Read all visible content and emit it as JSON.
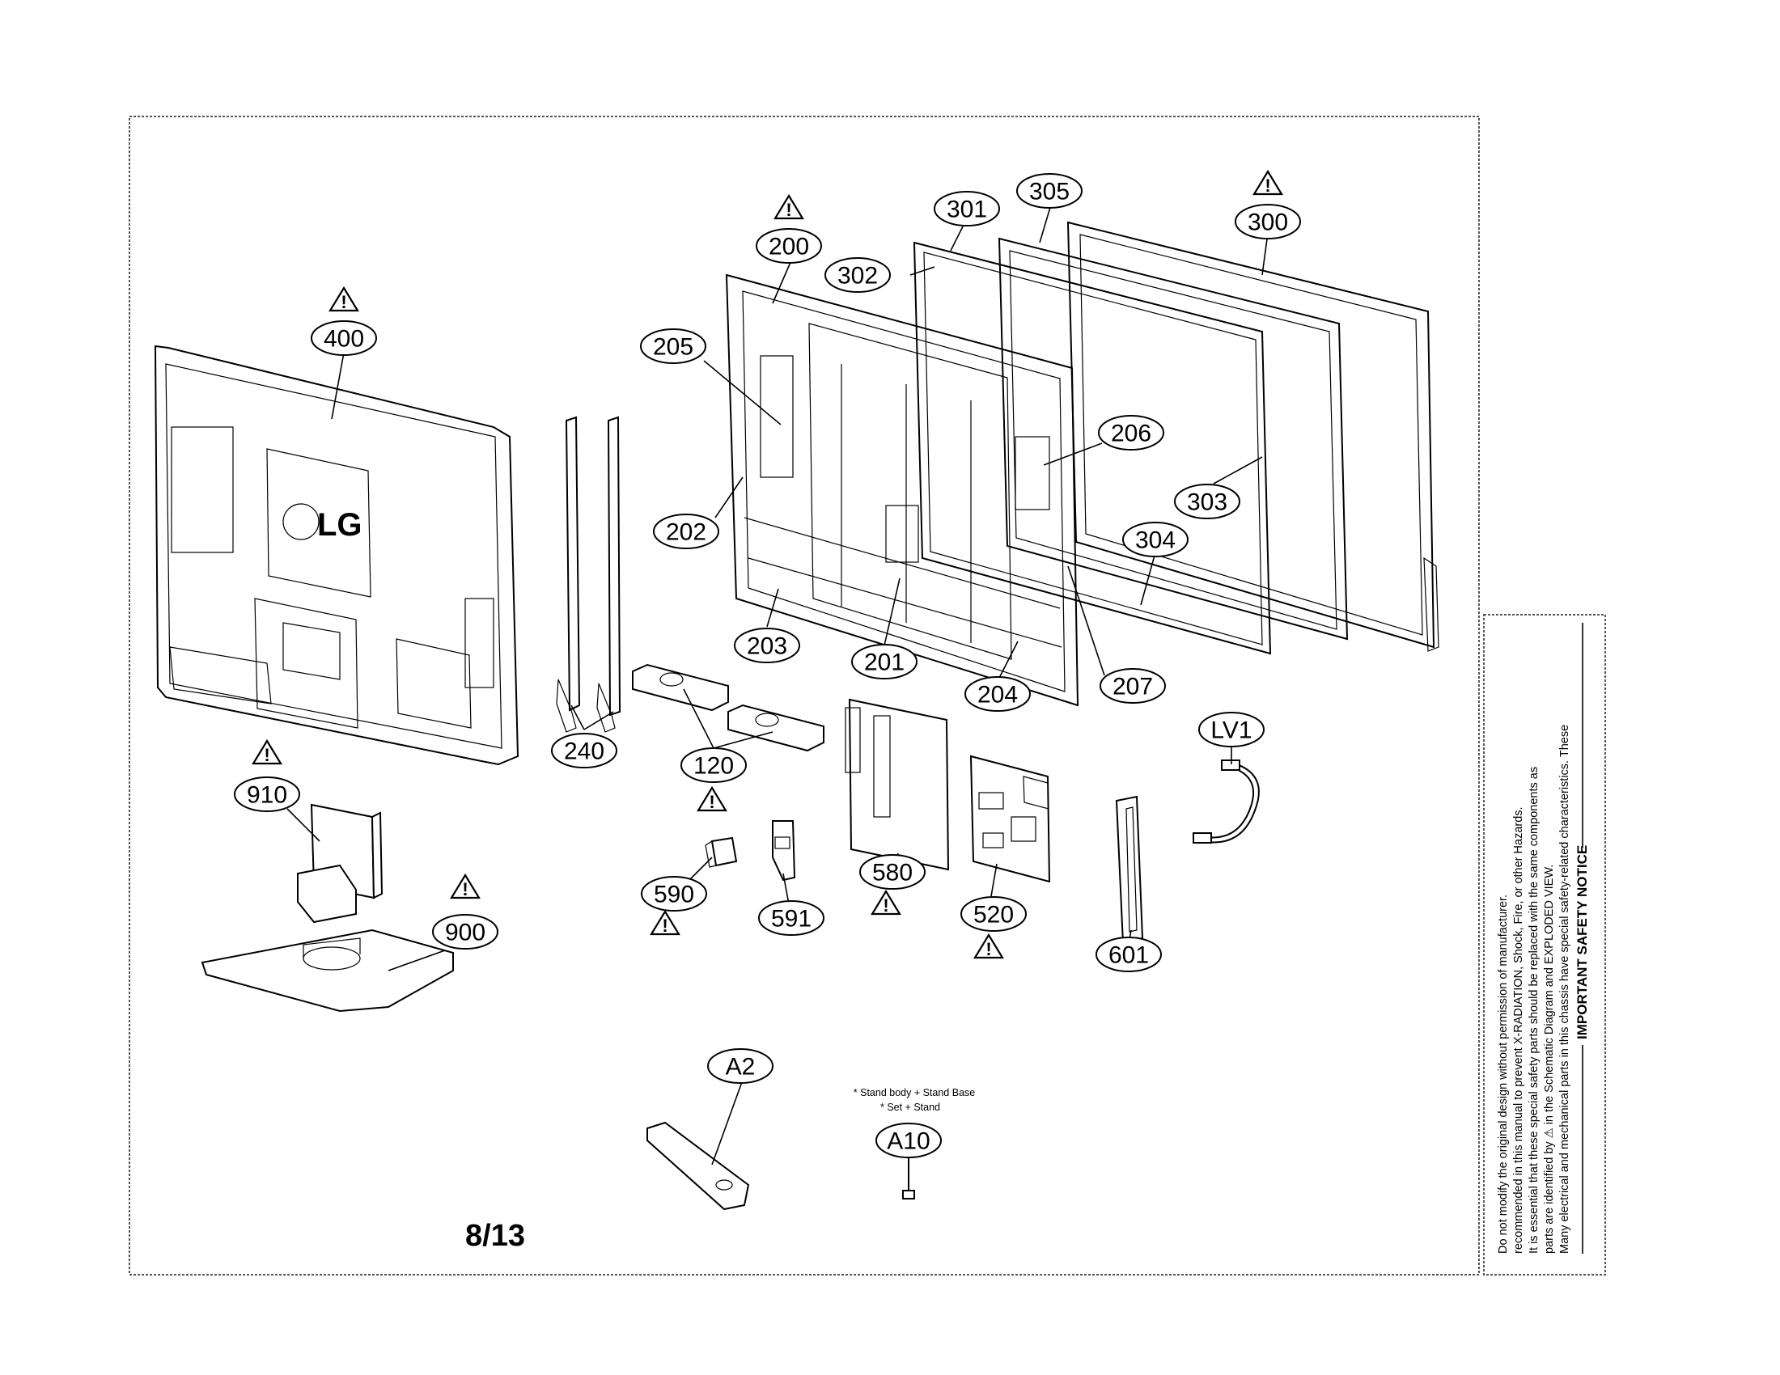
{
  "page": {
    "page_number": "8/13",
    "logo_text": "LG"
  },
  "callouts": [
    {
      "id": "400",
      "label": "400"
    },
    {
      "id": "240",
      "label": "240"
    },
    {
      "id": "205",
      "label": "205"
    },
    {
      "id": "202",
      "label": "202"
    },
    {
      "id": "200",
      "label": "200"
    },
    {
      "id": "203",
      "label": "203"
    },
    {
      "id": "201",
      "label": "201"
    },
    {
      "id": "204",
      "label": "204"
    },
    {
      "id": "206",
      "label": "206"
    },
    {
      "id": "207",
      "label": "207"
    },
    {
      "id": "302",
      "label": "302"
    },
    {
      "id": "301",
      "label": "301"
    },
    {
      "id": "305",
      "label": "305"
    },
    {
      "id": "300",
      "label": "300"
    },
    {
      "id": "303",
      "label": "303"
    },
    {
      "id": "304",
      "label": "304"
    },
    {
      "id": "120",
      "label": "120"
    },
    {
      "id": "910",
      "label": "910"
    },
    {
      "id": "900",
      "label": "900"
    },
    {
      "id": "590",
      "label": "590"
    },
    {
      "id": "591",
      "label": "591"
    },
    {
      "id": "580",
      "label": "580"
    },
    {
      "id": "520",
      "label": "520"
    },
    {
      "id": "601",
      "label": "601"
    },
    {
      "id": "LV1",
      "label": "LV1"
    },
    {
      "id": "A2",
      "label": "A2"
    },
    {
      "id": "A10",
      "label": "A10"
    }
  ],
  "stand_notes": [
    "* Stand body + Stand Base",
    "* Set + Stand"
  ],
  "safety_notice": {
    "title": "IMPORTANT SAFETY NOTICE",
    "lines": [
      "Many electrical and mechanical parts in this chassis have special safety-related characteristics. These",
      "parts are identified by ⚠ in the Schematic Diagram and EXPLODED VIEW.",
      "It is essential that these special safety parts should be replaced with the same components as",
      "recommended in this manual to prevent X-RADIATION, Shock, Fire, or other Hazards.",
      "Do not modify the original design without permission of manufacturer."
    ]
  },
  "colors": {
    "line": "#000000",
    "frame": "#555555",
    "background": "#ffffff"
  },
  "icons": {
    "warning": "warning-triangle-icon"
  }
}
